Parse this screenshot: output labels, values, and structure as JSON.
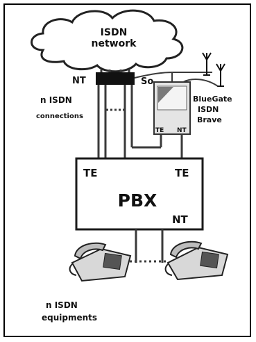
{
  "labels": {
    "cloud_line1": "ISDN",
    "cloud_line2": "network",
    "nt_left": "NT",
    "so": "So",
    "connections_line1": "n ISDN",
    "connections_line2": "connections",
    "bluegate_line1": "BlueGate",
    "bluegate_line2": "ISDN",
    "bluegate_line3": "Brave",
    "device_te": "TE",
    "device_nt": "NT",
    "pbx_te_left": "TE",
    "pbx_te_right": "TE",
    "pbx_title": "PBX",
    "pbx_nt": "NT",
    "equipments_line1": "n ISDN",
    "equipments_line2": "equipments"
  },
  "colors": {
    "line": "#3a3a3a",
    "device_fill": "#e4e4e4",
    "connector": "#111111"
  }
}
